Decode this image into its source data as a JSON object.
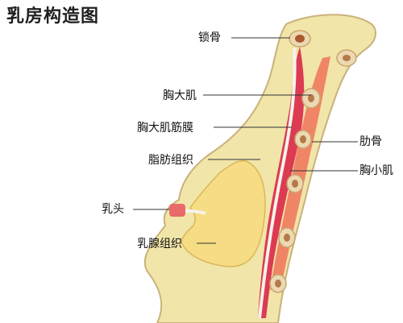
{
  "title": "乳房构造图",
  "labels": {
    "clavicle": "锁骨",
    "pectoralis_major": "胸大肌",
    "pectoral_fascia": "胸大肌筋膜",
    "fat_tissue": "脂肪组织",
    "nipple": "乳头",
    "mammary_gland": "乳腺组织",
    "rib": "肋骨",
    "pectoralis_minor": "胸小肌"
  },
  "colors": {
    "fat": "#f1e5a9",
    "gland": "#f6dc84",
    "muscle_major": "#dc3b52",
    "muscle_minor": "#f08566",
    "fascia": "#f7f2ea",
    "bone": "#ecd9b2",
    "bone_center": "#a85a2e",
    "outline": "#c9b27a",
    "nipple": "#e86a6a",
    "leader": "#333333"
  }
}
